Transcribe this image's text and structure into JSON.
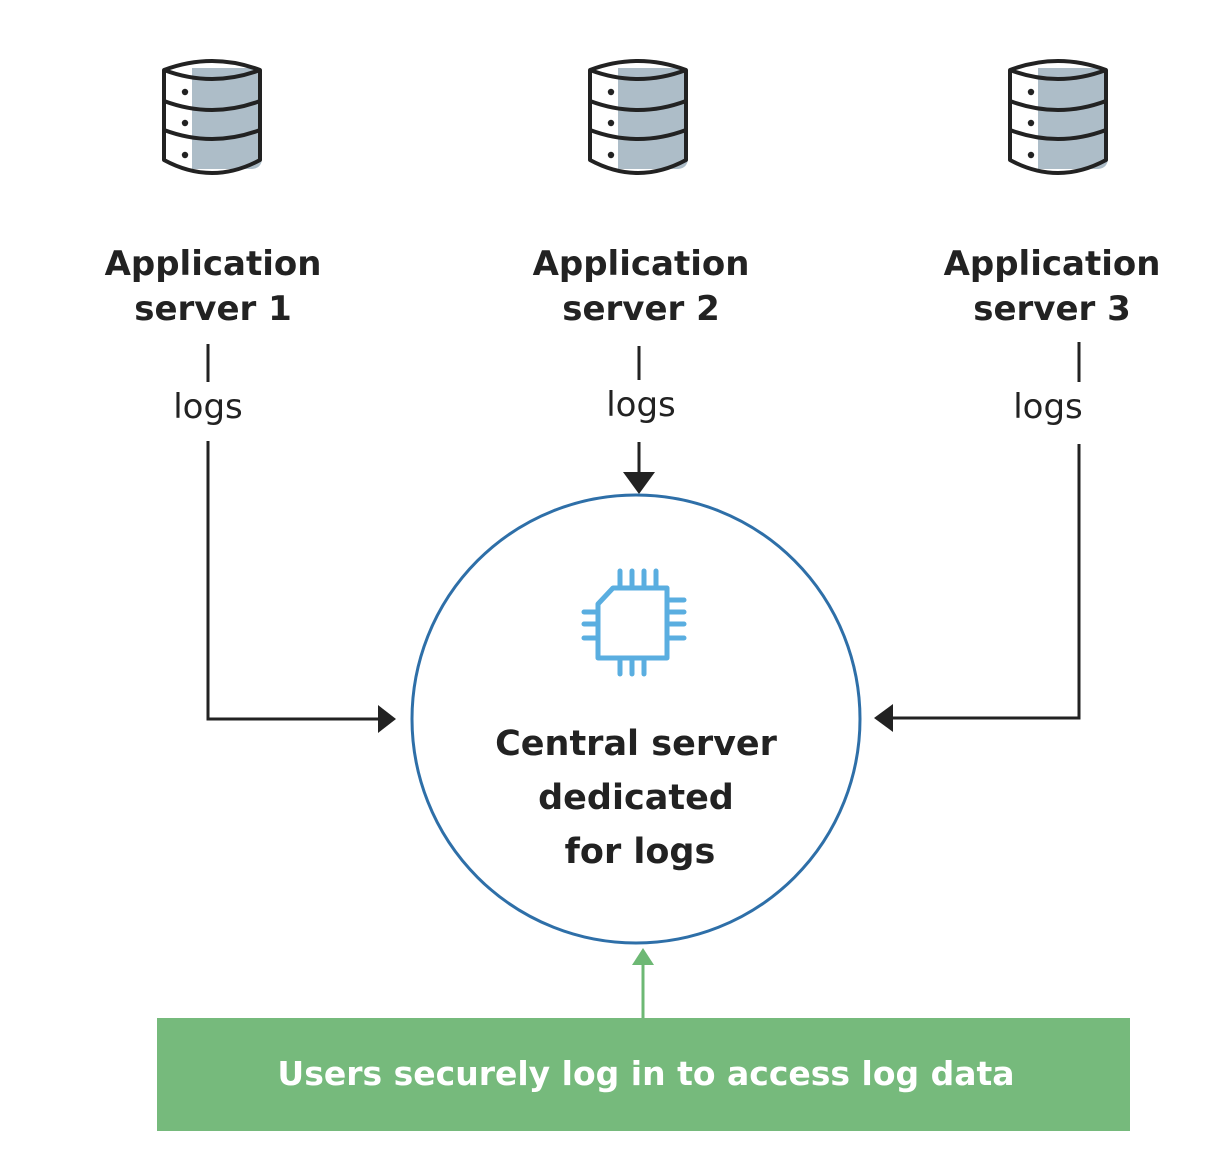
{
  "servers": [
    {
      "title_line1": "Application",
      "title_line2": "server 1",
      "edge_label": "logs"
    },
    {
      "title_line1": "Application",
      "title_line2": "server 2",
      "edge_label": "logs"
    },
    {
      "title_line1": "Application",
      "title_line2": "server 3",
      "edge_label": "logs"
    }
  ],
  "central": {
    "line1": "Central server",
    "line2": "dedicated",
    "line3": "for logs",
    "icon": "cpu-chip-icon"
  },
  "server_icon": "database-server-icon",
  "banner": {
    "text": "Users securely log in to access log data"
  },
  "colors": {
    "text": "#222222",
    "circle_stroke": "#2e6fa8",
    "chip_icon": "#5aaee0",
    "db_fill": "#adbdc8",
    "banner_bg": "#76ba7c",
    "banner_arrow": "#6db874",
    "arrows": "#222222"
  }
}
